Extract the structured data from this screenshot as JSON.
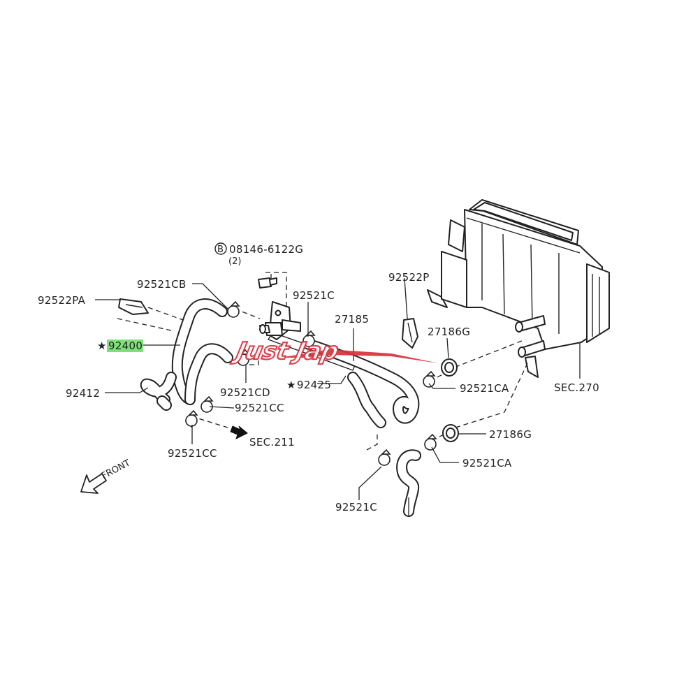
{
  "labels": {
    "bolt_circle": "B",
    "bolt_part": "08146-6122G",
    "bolt_qty": "(2)",
    "p92522PA": "92522PA",
    "p92521CB": "92521CB",
    "p92521C_top": "92521C",
    "p92522P": "92522P",
    "p27185": "27185",
    "p27186G_top": "27186G",
    "star_a": "★",
    "p92400": "92400",
    "p92412": "92412",
    "p92521CD": "92521CD",
    "star_b": "★",
    "p92425": "92425",
    "p92521CA_top": "92521CA",
    "sec270": "SEC.270",
    "p92521CC_right": "92521CC",
    "sec211": "SEC.211",
    "p92521CC_bottom": "92521CC",
    "p27186G_bottom": "27186G",
    "p92521CA_bottom": "92521CA",
    "front": "FRONT",
    "p92521C_bottom": "92521C"
  },
  "watermark": "Just Jap",
  "colors": {
    "ink": "#222222",
    "highlight": "#7ee07a",
    "watermark": "#d8313b"
  },
  "icons": {
    "front_arrow": "arrow-outline-icon",
    "sec211_arrow": "arrow-solid-icon"
  }
}
